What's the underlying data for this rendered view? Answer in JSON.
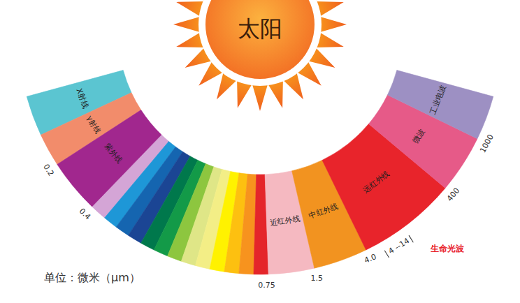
{
  "diagram": {
    "nodes": [
      {
        "text": [
          "太阳"
        ]
      },
      {
        "text": [
          "X射线"
        ]
      },
      {
        "text": [
          "γ射线"
        ]
      },
      {
        "text": [
          "紫外线"
        ]
      },
      {
        "text": [
          "近红外线"
        ]
      },
      {
        "text": [
          "中红外线"
        ]
      },
      {
        "text": [
          "远红外线"
        ]
      },
      {
        "text": [
          "微波"
        ]
      },
      {
        "text": [
          "工业电波"
        ]
      }
    ],
    "labels": [
      "0.2",
      "0.4",
      "0.75",
      "1.5",
      "4.0",
      "4 --14",
      "生命光波",
      "400",
      "1000",
      "单位：微米（μm）"
    ]
  }
}
